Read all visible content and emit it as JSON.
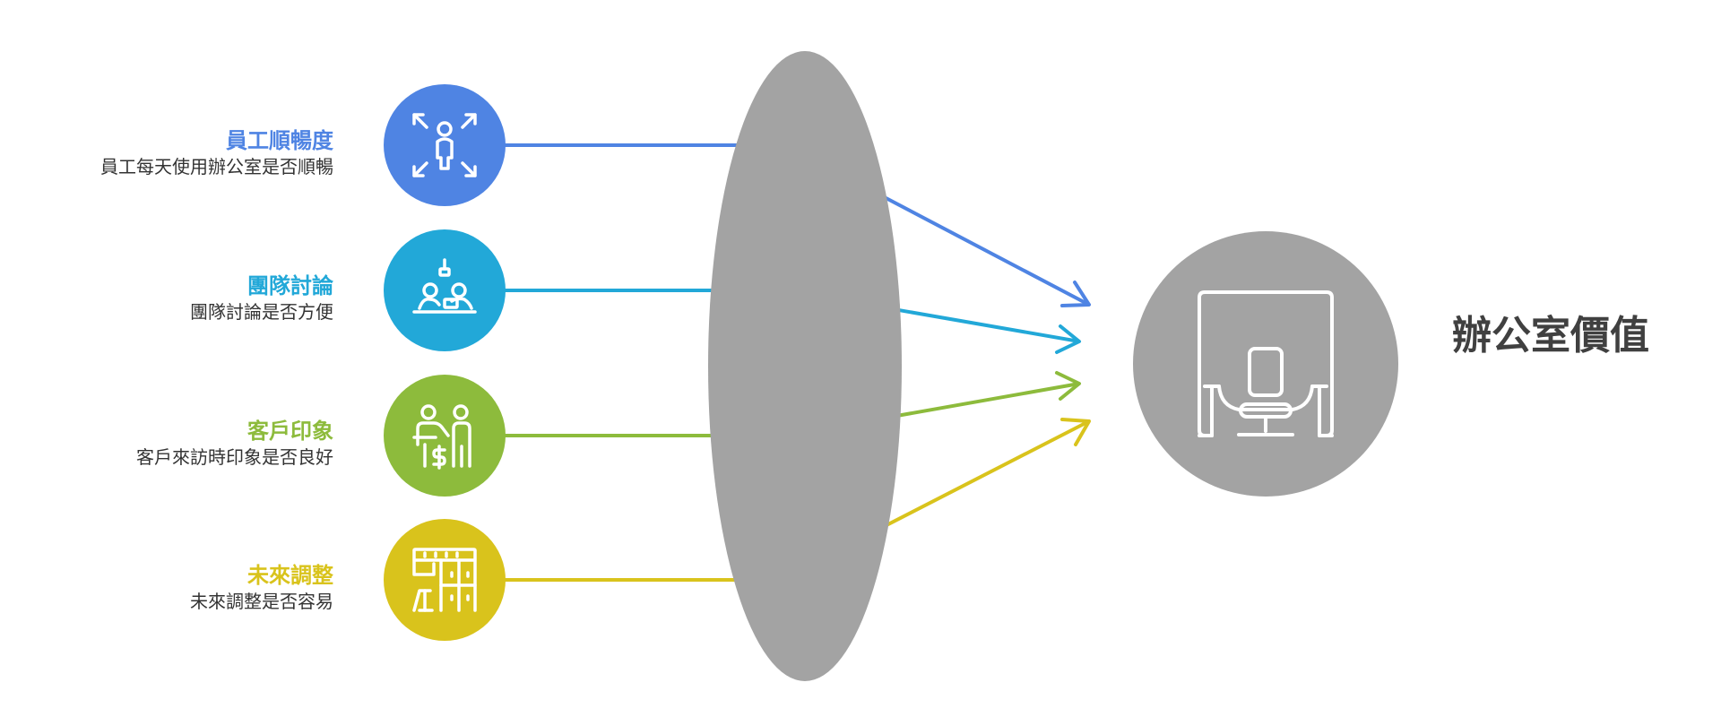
{
  "factors": [
    {
      "title": "員工順暢度",
      "description": "員工每天使用辦公室是否順暢",
      "color": "#4f84e3",
      "icon": "person-arrows-icon"
    },
    {
      "title": "團隊討論",
      "description": "團隊討論是否方便",
      "color": "#22a8d8",
      "icon": "team-meeting-icon"
    },
    {
      "title": "客戶印象",
      "description": "客戶來訪時印象是否良好",
      "color": "#8dbb3c",
      "icon": "client-handshake-icon"
    },
    {
      "title": "未來調整",
      "description": "未來調整是否容易",
      "color": "#d9c31c",
      "icon": "office-layout-icon"
    }
  ],
  "target": {
    "title": "辦公室價值",
    "icon": "office-chair-icon"
  },
  "lens_color": "#a3a3a3"
}
